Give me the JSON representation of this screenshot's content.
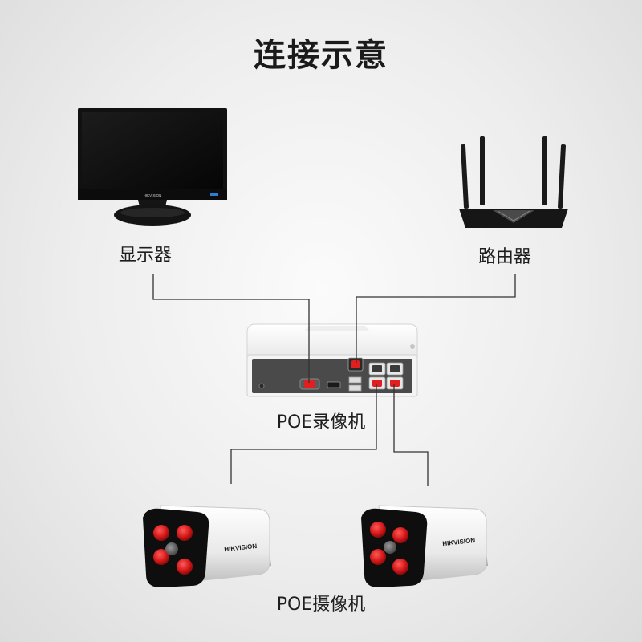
{
  "title": "连接示意",
  "devices": {
    "monitor": {
      "label": "显示器",
      "brand": "HIKVISION"
    },
    "router": {
      "label": "路由器"
    },
    "nvr": {
      "label": "POE录像机"
    },
    "cameras": {
      "label": "POE摄像机",
      "brand": "HIKVISION"
    }
  },
  "colors": {
    "cable": "#333333",
    "port_highlight": "#e21e1e",
    "ir_led": "#d31717"
  }
}
